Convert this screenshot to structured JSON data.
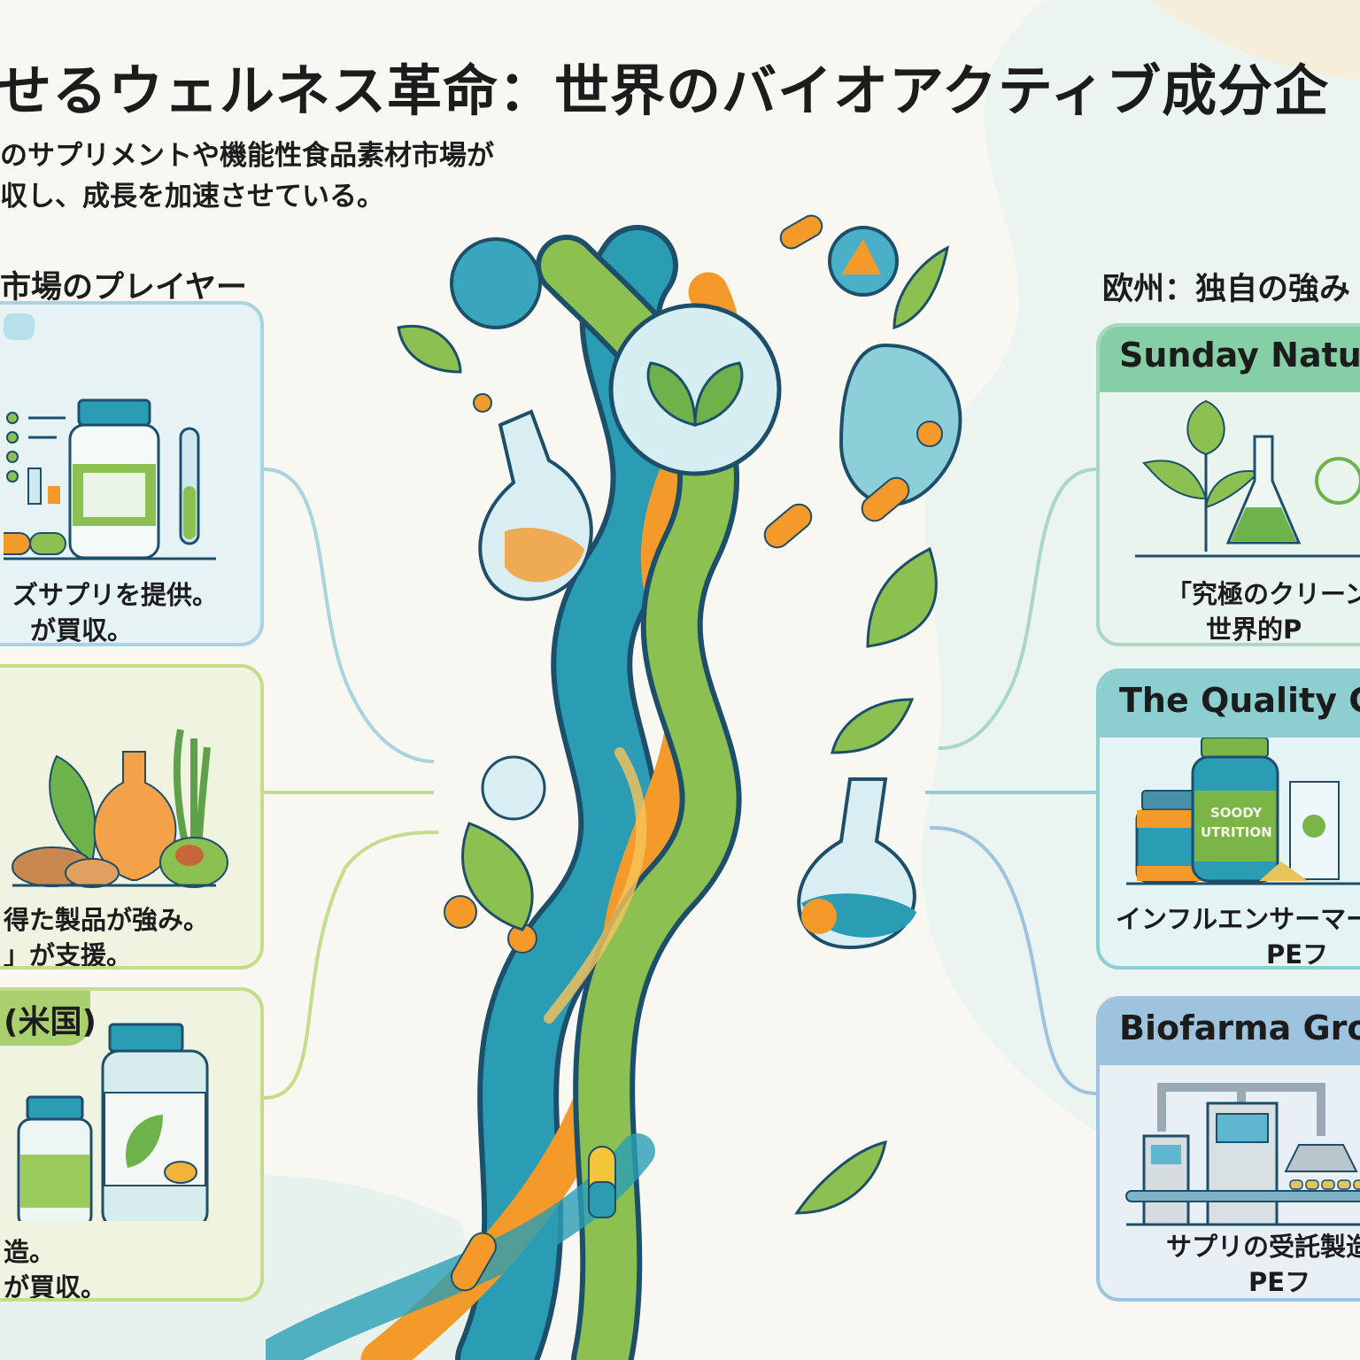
{
  "header": {
    "title": "せるウェルネス革命：世界のバイオアクティブ成分企",
    "subtitle_lines": [
      "のサプリメントや機能性食品素材市場が",
      "収し、成長を加速させている。"
    ]
  },
  "left": {
    "heading": "市場のプレイヤー",
    "cards": [
      {
        "lines": [
          "ズサプリを提供。",
          "が買収。"
        ]
      },
      {
        "lines": [
          "得た製品が強み。",
          "」が支援。"
        ]
      },
      {
        "tab": "(米国)",
        "lines": [
          "造。",
          "が買収。"
        ]
      }
    ]
  },
  "right": {
    "heading": "欧州：独自の強み",
    "cards": [
      {
        "title": "Sunday Natura",
        "lines": [
          "「究極のクリーン",
          "世界的P"
        ]
      },
      {
        "title": "The Quality Gr",
        "product_label": [
          "SOODY",
          "UTRITION"
        ],
        "lines": [
          "インフルエンサーマーケ",
          "PEフ"
        ]
      },
      {
        "title": "Biofarma Grou",
        "lines": [
          "サプリの受託製造",
          "PEフ"
        ]
      }
    ]
  },
  "colors": {
    "green": "#8cc152",
    "teal": "#2a9db5",
    "orange": "#f39a2b",
    "navy": "#1d4f6b",
    "card_blue_bg": "#e6f2f3",
    "card_green_bg": "#f0f3df",
    "head_green": "#86cfa6",
    "head_teal": "#8dcfd0",
    "head_blue": "#9dc3df"
  }
}
